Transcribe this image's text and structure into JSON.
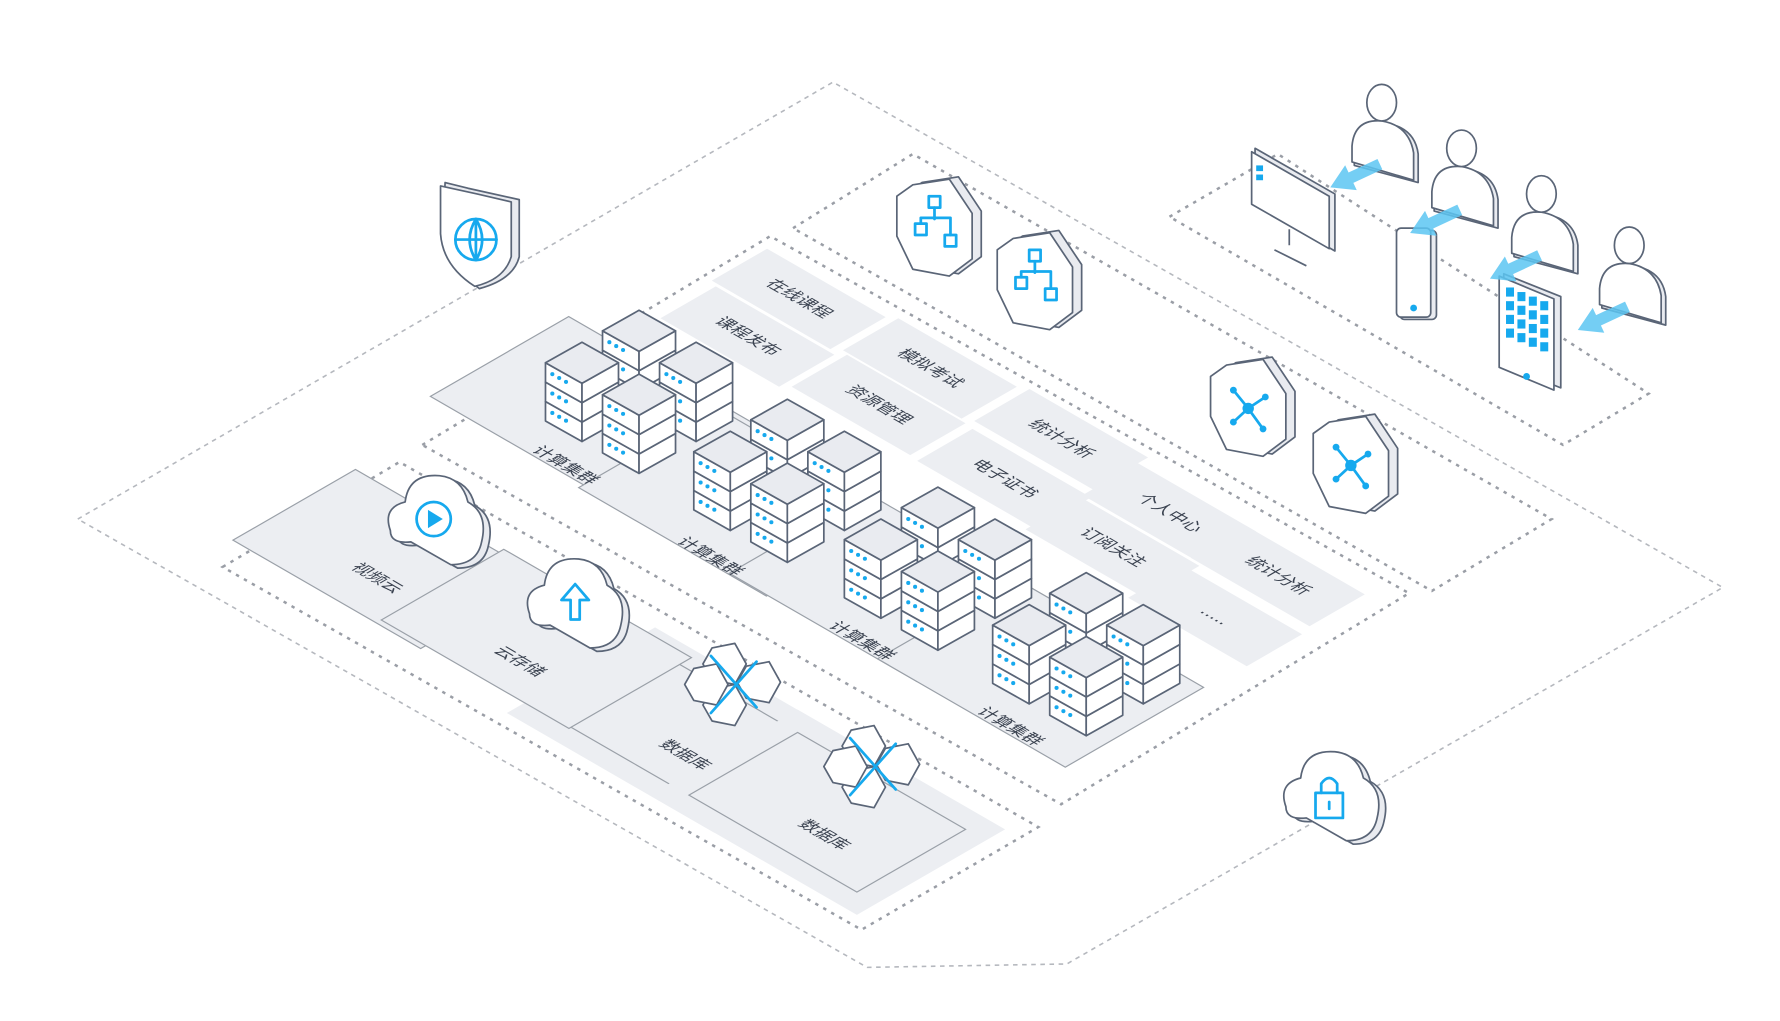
{
  "diagram": {
    "services": [
      {
        "label": "在线课程"
      },
      {
        "label": "课程发布"
      },
      {
        "label": "模拟考试"
      },
      {
        "label": "资源管理"
      },
      {
        "label": "统计分析"
      },
      {
        "label": "电子证书"
      },
      {
        "label": "个人中心"
      },
      {
        "label": "订阅关注"
      },
      {
        "label": "统计分析"
      },
      {
        "label": "....."
      }
    ],
    "clusters": [
      {
        "label": "计算集群"
      },
      {
        "label": "计算集群"
      },
      {
        "label": "计算集群"
      },
      {
        "label": "计算集群"
      }
    ],
    "storage": [
      {
        "label": "视频云"
      },
      {
        "label": "云存储"
      },
      {
        "label": "数据库"
      },
      {
        "label": "数据库"
      }
    ],
    "icons": [
      "shield-globe-icon",
      "org-chart-icon",
      "network-hub-icon",
      "cloud-play-icon",
      "cloud-upload-icon",
      "database-hex-icon",
      "cloud-lock-icon",
      "monitor-icon",
      "phone-icon",
      "tablet-icon",
      "user-icon"
    ],
    "colors": {
      "accent": "#16a9ee",
      "tile": "#eceef2",
      "outline": "#5a6577"
    }
  }
}
